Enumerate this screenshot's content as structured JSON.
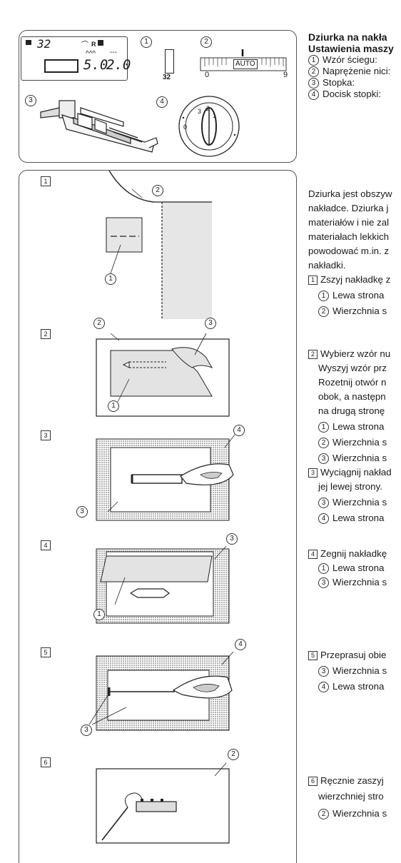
{
  "settings": {
    "heading": "Dziurka na nakła",
    "subheading": "Ustawienia maszy",
    "items": [
      {
        "num": "1",
        "text": "Wzór ściegu:"
      },
      {
        "num": "2",
        "text": "Naprężenie nici:"
      },
      {
        "num": "3",
        "text": "Stopka:"
      },
      {
        "num": "4",
        "text": "Docisk stopki:"
      }
    ],
    "lcd": {
      "pattern": "32",
      "width": "5.0",
      "length": "2.0",
      "r_mark": "R"
    },
    "pattern_icon_label": "32",
    "dial": {
      "auto": "AUTO",
      "min": "0",
      "max": "9"
    },
    "pressure_dial_labels": [
      "1",
      "2",
      "3",
      "0"
    ],
    "callouts": [
      "1",
      "2",
      "3",
      "4"
    ]
  },
  "intro": [
    "Dziurka jest obszyw",
    "nakładce. Dziurka j",
    "materiałów i nie zal",
    "materiałach lekkich",
    "powodować m.in. z",
    "nakładki."
  ],
  "steps": [
    {
      "num": "1",
      "lines": [
        "Zszyj nakładkę z"
      ],
      "subs": [
        {
          "num": "1",
          "text": "Lewa strona"
        },
        {
          "num": "2",
          "text": "Wierzchnia s"
        }
      ]
    },
    {
      "num": "2",
      "lines": [
        "Wybierz wzór nu",
        "Wyszyj wzór prz",
        "Rozetnij otwór n",
        "obok, a następn",
        "na drugą stronę"
      ],
      "subs": [
        {
          "num": "1",
          "text": "Lewa strona"
        },
        {
          "num": "2",
          "text": "Wierzchnia s"
        },
        {
          "num": "3",
          "text": "Wierzchnia s"
        }
      ]
    },
    {
      "num": "3",
      "lines": [
        "Wyciągnij nakład",
        "jej lewej strony."
      ],
      "subs": [
        {
          "num": "3",
          "text": "Wierzchnia s"
        },
        {
          "num": "4",
          "text": "Lewa strona"
        }
      ]
    },
    {
      "num": "4",
      "lines": [
        "Zegnij nakładkę"
      ],
      "subs": [
        {
          "num": "1",
          "text": "Lewa strona"
        },
        {
          "num": "3",
          "text": "Wierzchnia s"
        }
      ]
    },
    {
      "num": "5",
      "lines": [
        "Przeprasuj obie"
      ],
      "subs": [
        {
          "num": "3",
          "text": "Wierzchnia s"
        },
        {
          "num": "4",
          "text": "Lewa strona"
        }
      ]
    },
    {
      "num": "6",
      "lines": [
        "Ręcznie zaszyj",
        "wierzchniej stro"
      ],
      "subs": [
        {
          "num": "2",
          "text": "Wierzchnia s"
        }
      ]
    }
  ],
  "figures": [
    {
      "num": "1",
      "callouts": [
        "2",
        "1"
      ]
    },
    {
      "num": "2",
      "callouts": [
        "2",
        "3",
        "1"
      ]
    },
    {
      "num": "3",
      "callouts": [
        "4",
        "3"
      ]
    },
    {
      "num": "4",
      "callouts": [
        "3",
        "1"
      ]
    },
    {
      "num": "5",
      "callouts": [
        "4",
        "3"
      ]
    },
    {
      "num": "6",
      "callouts": [
        "2"
      ]
    }
  ]
}
